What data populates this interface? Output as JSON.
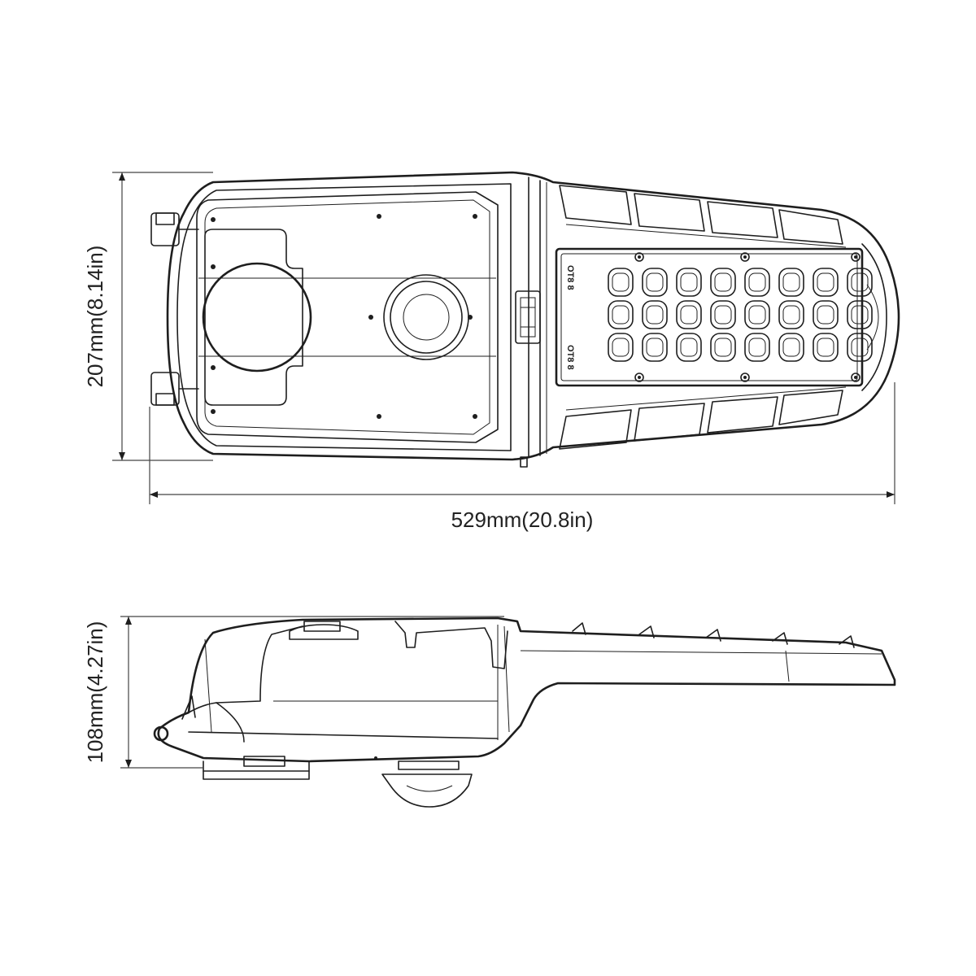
{
  "top_view": {
    "width_label": "529mm(20.8in)",
    "height_label": "207mm(8.14in)",
    "chip_label_top": "OT8 8",
    "chip_label_bottom": "OT8 8"
  },
  "side_view": {
    "height_label": "108mm(4.27in)"
  },
  "led_grid": {
    "rows": 3,
    "cols": 8
  },
  "colors": {
    "line": "#1e1e1e",
    "background": "#ffffff"
  }
}
